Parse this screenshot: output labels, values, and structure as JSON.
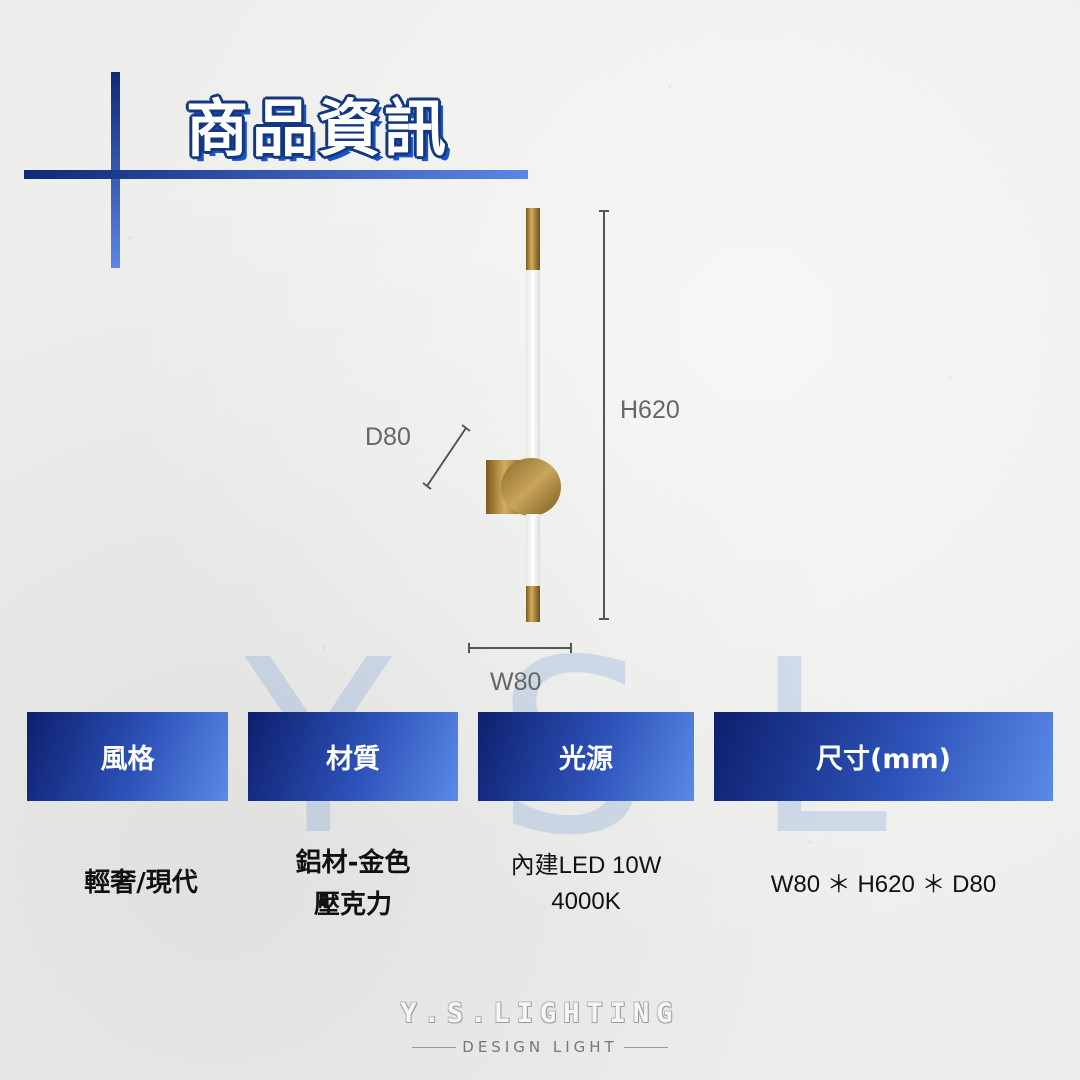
{
  "page": {
    "title": "商品資訊",
    "watermark": "YSL",
    "colors": {
      "primary_dark": "#0d1f6d",
      "primary_light": "#5b8ae8",
      "background": "#eeeeec",
      "gold": "#b8913d"
    }
  },
  "product": {
    "dimensions": {
      "depth_label": "D80",
      "height_label": "H620",
      "width_label": "W80"
    }
  },
  "spec_table": {
    "columns": [
      {
        "header": "風格",
        "value_lines": [
          "輕奢/現代"
        ]
      },
      {
        "header": "材質",
        "value_lines": [
          "鋁材-金色",
          "壓克力"
        ]
      },
      {
        "header": "光源",
        "value_lines": [
          "內建LED 10W",
          "4000K"
        ]
      },
      {
        "header": "尺寸(mm)",
        "value_lines": [
          "W80 ＊ H620 ＊ D80"
        ]
      }
    ]
  },
  "brand": {
    "name": "Y.S.LIGHTING",
    "tagline": "DESIGN LIGHT"
  }
}
